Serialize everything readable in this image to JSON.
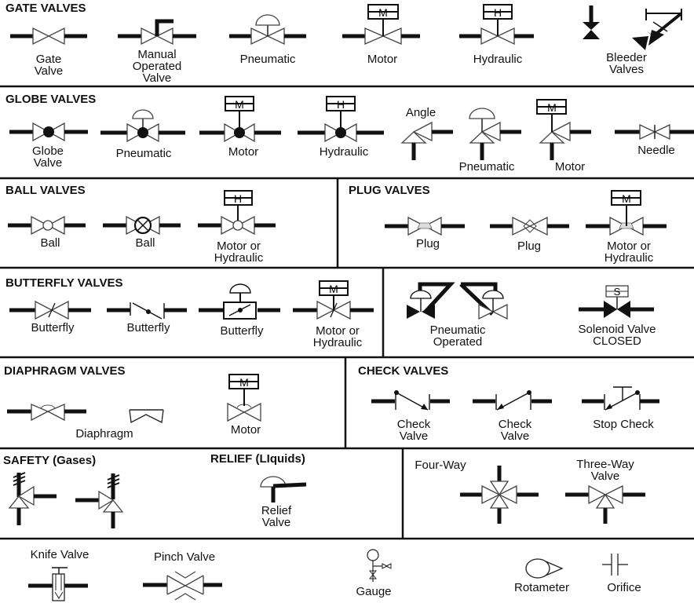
{
  "sections": {
    "gate": {
      "title": "GATE VALVES",
      "items": [
        {
          "icon": "gate-valve-icon",
          "label": [
            "Gate",
            "Valve"
          ]
        },
        {
          "icon": "manual-operated-gate-valve-icon",
          "label": [
            "Manual",
            "Operated",
            "Valve"
          ]
        },
        {
          "icon": "pneumatic-gate-valve-icon",
          "label": [
            "Pneumatic"
          ]
        },
        {
          "icon": "motor-gate-valve-icon",
          "label": [
            "Motor"
          ],
          "actuator": "M"
        },
        {
          "icon": "hydraulic-gate-valve-icon",
          "label": [
            "Hydraulic"
          ],
          "actuator": "H"
        },
        {
          "icon": "bleeder-valves-icon",
          "label": [
            "Bleeder",
            "Valves"
          ]
        }
      ]
    },
    "globe": {
      "title": "GLOBE VALVES",
      "items": [
        {
          "icon": "globe-valve-icon",
          "label": [
            "Globe",
            "Valve"
          ]
        },
        {
          "icon": "pneumatic-globe-valve-icon",
          "label": [
            "Pneumatic"
          ]
        },
        {
          "icon": "motor-globe-valve-icon",
          "label": [
            "Motor"
          ],
          "actuator": "M"
        },
        {
          "icon": "hydraulic-globe-valve-icon",
          "label": [
            "Hydraulic"
          ],
          "actuator": "H"
        },
        {
          "icon": "angle-valve-icon",
          "label": [
            "Angle"
          ]
        },
        {
          "icon": "pneumatic-angle-valve-icon",
          "label": [
            "Pneumatic"
          ]
        },
        {
          "icon": "motor-angle-valve-icon",
          "label": [
            "Motor"
          ],
          "actuator": "M"
        },
        {
          "icon": "needle-valve-icon",
          "label": [
            "Needle"
          ]
        }
      ]
    },
    "ball": {
      "title": "BALL VALVES",
      "items": [
        {
          "icon": "ball-valve-icon",
          "label": [
            "Ball"
          ]
        },
        {
          "icon": "ball-valve-alt-icon",
          "label": [
            "Ball"
          ]
        },
        {
          "icon": "motor-hydraulic-ball-valve-icon",
          "label": [
            "Motor or",
            "Hydraulic"
          ],
          "actuator": "H"
        }
      ]
    },
    "plug": {
      "title": "PLUG VALVES",
      "items": [
        {
          "icon": "plug-valve-icon",
          "label": [
            "Plug"
          ]
        },
        {
          "icon": "plug-valve-alt-icon",
          "label": [
            "Plug"
          ]
        },
        {
          "icon": "motor-hydraulic-plug-valve-icon",
          "label": [
            "Motor or",
            "Hydraulic"
          ],
          "actuator": "M"
        }
      ]
    },
    "butterfly": {
      "title": "BUTTERFLY VALVES",
      "items": [
        {
          "icon": "butterfly-valve-icon",
          "label": [
            "Butterfly"
          ]
        },
        {
          "icon": "butterfly-valve-alt-icon",
          "label": [
            "Butterfly"
          ]
        },
        {
          "icon": "pneumatic-butterfly-valve-icon",
          "label": [
            "Butterfly"
          ]
        },
        {
          "icon": "motor-hydraulic-butterfly-valve-icon",
          "label": [
            "Motor or",
            "Hydraulic"
          ],
          "actuator": "M"
        }
      ]
    },
    "pneumatic_solenoid": {
      "items": [
        {
          "icon": "pneumatic-operated-valve-icon",
          "label": [
            "Pneumatic",
            "Operated"
          ]
        },
        {
          "icon": "solenoid-valve-closed-icon",
          "label": [
            "Solenoid Valve",
            "CLOSED"
          ],
          "actuator": "S"
        }
      ]
    },
    "diaphragm": {
      "title": "DIAPHRAGM VALVES",
      "items": [
        {
          "icon": "diaphragm-valve-icon",
          "label": [
            "Diaphragm"
          ]
        },
        {
          "icon": "motor-diaphragm-valve-icon",
          "label": [
            "Motor"
          ],
          "actuator": "M"
        }
      ]
    },
    "check": {
      "title": "CHECK VALVES",
      "items": [
        {
          "icon": "check-valve-icon",
          "label": [
            "Check",
            "Valve"
          ]
        },
        {
          "icon": "check-valve-alt-icon",
          "label": [
            "Check",
            "Valve"
          ]
        },
        {
          "icon": "stop-check-valve-icon",
          "label": [
            "Stop Check"
          ]
        }
      ]
    },
    "safety": {
      "title": "SAFETY (Gases)"
    },
    "relief": {
      "title": "RELIEF (LIquids)",
      "items": [
        {
          "icon": "relief-valve-icon",
          "label": [
            "Relief",
            "Valve"
          ]
        }
      ]
    },
    "multiway": {
      "items": [
        {
          "icon": "four-way-valve-icon",
          "label": [
            "Four-Way"
          ]
        },
        {
          "icon": "three-way-valve-icon",
          "label": [
            "Three-Way",
            "Valve"
          ]
        }
      ]
    },
    "misc": {
      "items": [
        {
          "icon": "knife-valve-icon",
          "label": [
            "Knife Valve"
          ]
        },
        {
          "icon": "pinch-valve-icon",
          "label": [
            "Pinch Valve"
          ]
        },
        {
          "icon": "gauge-icon",
          "label": [
            "Gauge"
          ]
        },
        {
          "icon": "rotameter-icon",
          "label": [
            "Rotameter"
          ]
        },
        {
          "icon": "orifice-icon",
          "label": [
            "Orifice"
          ]
        }
      ]
    }
  }
}
